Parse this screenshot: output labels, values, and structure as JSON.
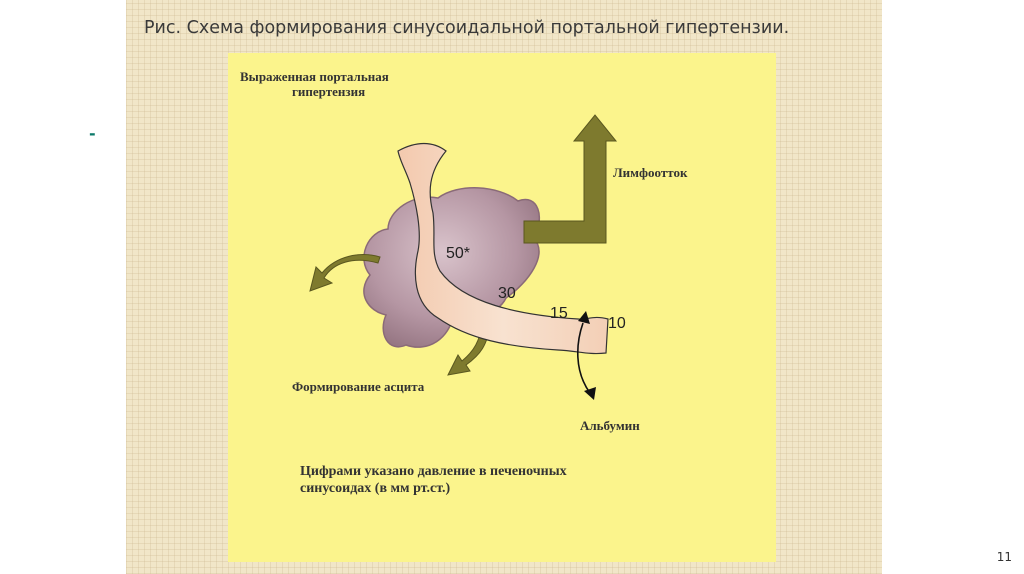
{
  "slide": {
    "caption": "Рис. Схема формирования синусоидальной портальной гипертензии.",
    "bullet": "-",
    "page_number": "11"
  },
  "diagram": {
    "label_top_line1": "Выраженная портальная",
    "label_top_line2": "гипертензия",
    "label_lymph": "Лимфоотток",
    "label_ascites": "Формирование асцита",
    "label_albumin": "Альбумин",
    "pressure_values": [
      "50*",
      "30",
      "15",
      "10"
    ],
    "note_line1": "Цифрами указано давление в печеночных",
    "note_line2": "синусоидах (в мм рт.ст.)"
  },
  "colors": {
    "panel_background": "#f1e6c8",
    "figure_background": "#fbf48c",
    "vessel_fill": "#f6d9c2",
    "liver_fill": "#b89aa6",
    "arrow_fill": "#7e7a2e",
    "bullet": "#0c7a6a"
  }
}
